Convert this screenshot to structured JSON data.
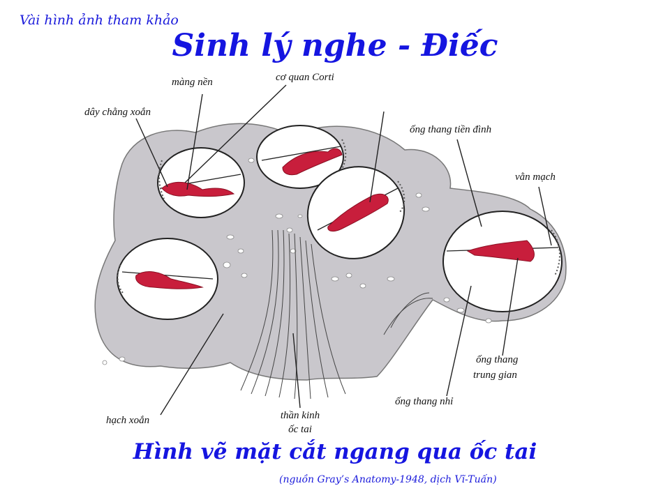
{
  "header": "Vài hình ảnh tham khảo",
  "title": "Sinh lý nghe - Điếc",
  "labels": {
    "mang_nen": "màng nền",
    "co_quan_corti": "cơ quan Corti",
    "day_chang_xoan": "dây chằng xoắn",
    "ong_thang_tien_dinh": "ống thang tiền đình",
    "van_mach": "vằn mạch",
    "ong_thang_trung_gian_1": "ống thang",
    "ong_thang_trung_gian_2": "trung gian",
    "ong_thang_nhi": "ống thang nhỉ",
    "than_kinh_1": "thần kinh",
    "than_kinh_2": "ốc tai",
    "hach_xoan": "hạch xoắn"
  },
  "caption": "Hình vẽ mặt cắt ngang qua ốc tai",
  "source": "(nguồn Gray’s Anatomy-1948, dịch Vĩ-Tuấn)",
  "colors": {
    "title": "#1515e0",
    "bone": "#c9c7cc",
    "organ": "#c81e3c",
    "duct_fill": "#ffffff",
    "line": "#222222"
  }
}
